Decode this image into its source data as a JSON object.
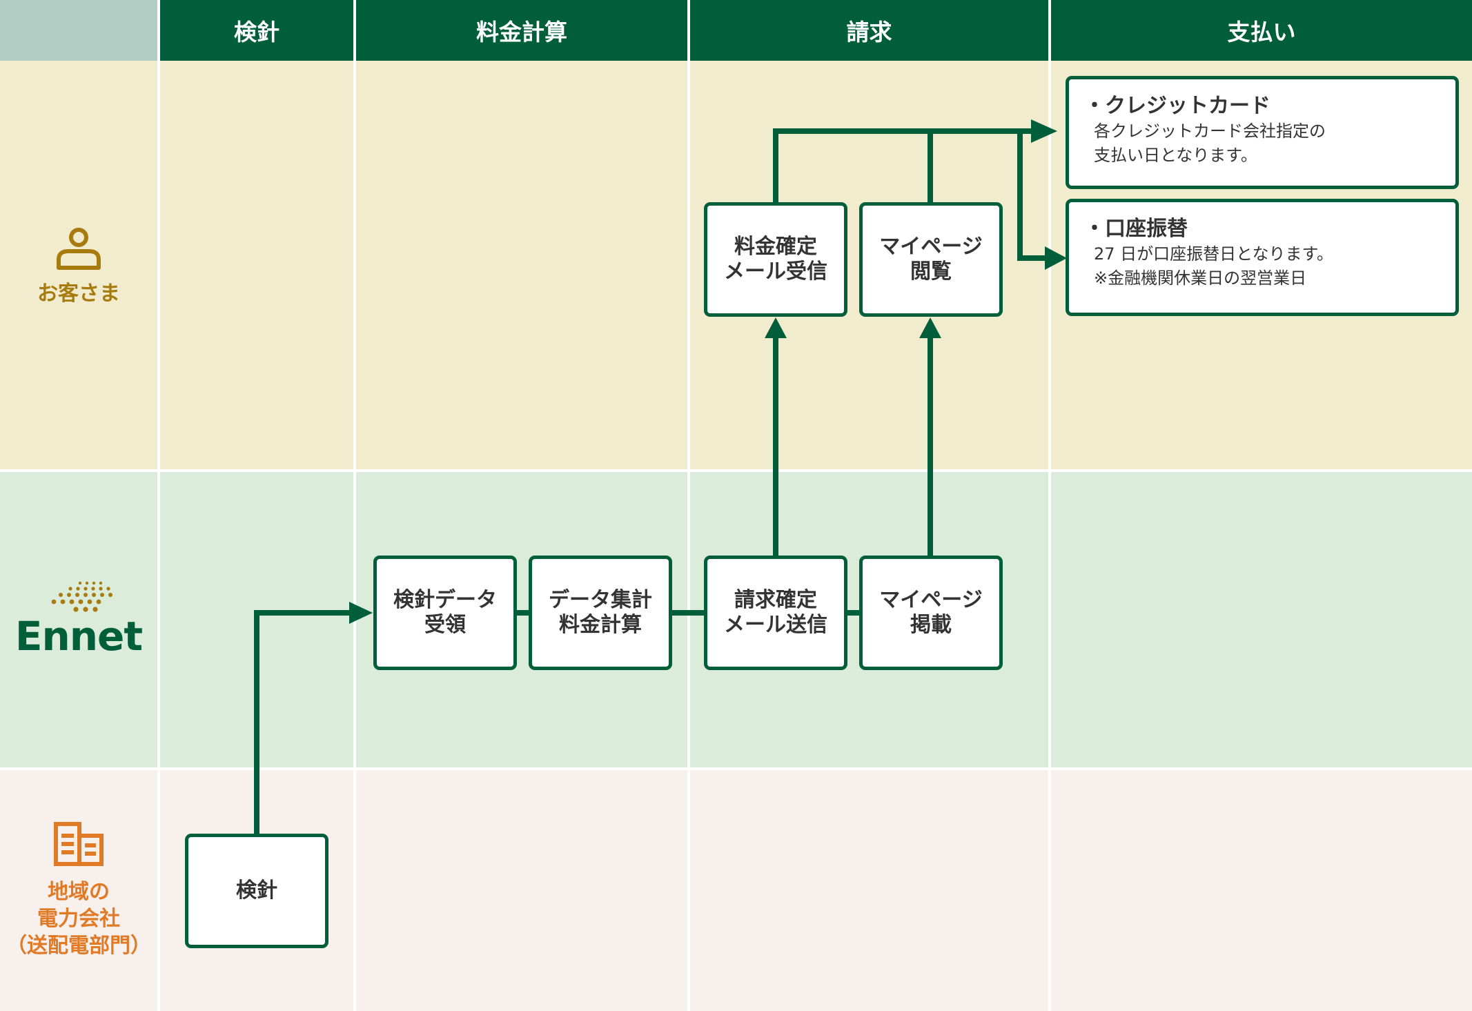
{
  "columns": [
    {
      "label": "検針"
    },
    {
      "label": "料金計算"
    },
    {
      "label": "請求"
    },
    {
      "label": "支払い"
    }
  ],
  "lanes": {
    "customer": {
      "label": "お客さま",
      "icon": "person-icon",
      "color": "#a77b0d",
      "bg": "#f2ecce"
    },
    "ennet": {
      "label": "Ennet",
      "icon": "ennet-logo",
      "color": "#005f3a",
      "bg": "#dcecda"
    },
    "utility": {
      "label": "地域の\n電力会社\n（送配電部門）",
      "icon": "building-icon",
      "color": "#e07a25",
      "bg": "#f8f0ed"
    }
  },
  "nodes": {
    "meter_reading": "検針",
    "receive_data": "検針データ\n受領",
    "aggregate": "データ集計\n料金計算",
    "invoice_send": "請求確定\nメール送信",
    "mypage_post": "マイページ\n掲載",
    "invoice_receive": "料金確定\nメール受信",
    "mypage_view": "マイページ\n閲覧"
  },
  "payments": [
    {
      "title": "・クレジットカード",
      "desc": "各クレジットカード会社指定の\n支払い日となります。"
    },
    {
      "title": "・口座振替",
      "desc": "27 日が口座振替日となります。\n※金融機関休業日の翌営業日"
    }
  ],
  "colors": {
    "header": "#005f3a",
    "header_corner": "#b2cfc5",
    "line": "#005f3a"
  }
}
